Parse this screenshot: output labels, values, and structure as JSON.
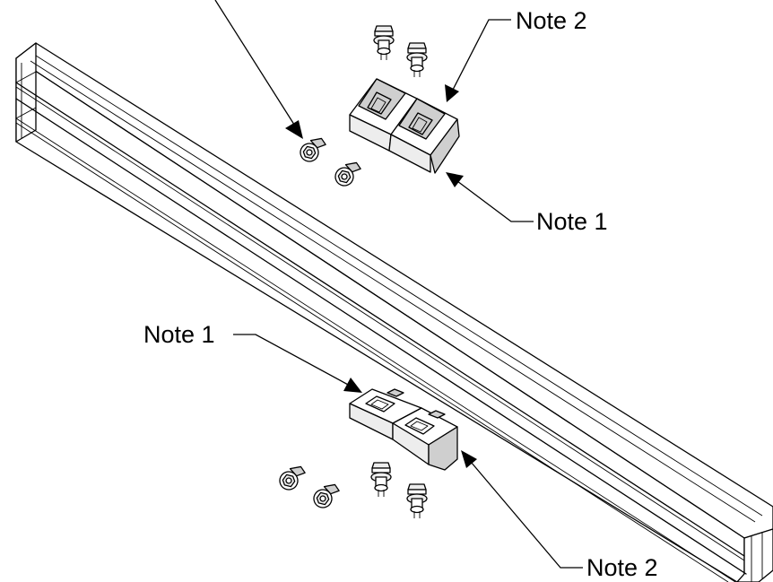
{
  "colors": {
    "line": "#000000",
    "background": "#ffffff",
    "part_fill_light": "#ededed",
    "part_fill_dark": "#cfcfcf"
  },
  "callouts": {
    "top_note2": "Note 2",
    "top_note1": "Note 1",
    "bottom_note1": "Note 1",
    "bottom_note2": "Note 2"
  }
}
